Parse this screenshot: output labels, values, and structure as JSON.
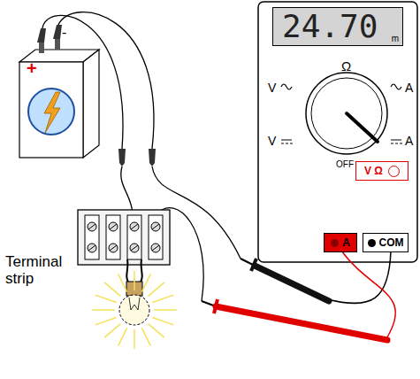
{
  "diagram": {
    "nodes": [
      {
        "text": [
          "24.70",
          "m"
        ]
      },
      {
        "text": [
          "A"
        ]
      },
      {
        "text": [
          "COM"
        ]
      },
      {
        "text": [
          "V Ω"
        ]
      },
      {
        "text": [
          "+"
        ]
      }
    ],
    "labels": [
      "Ω",
      "V",
      "A",
      "V",
      "A",
      "OFF",
      "-",
      "Terminal strip"
    ]
  }
}
